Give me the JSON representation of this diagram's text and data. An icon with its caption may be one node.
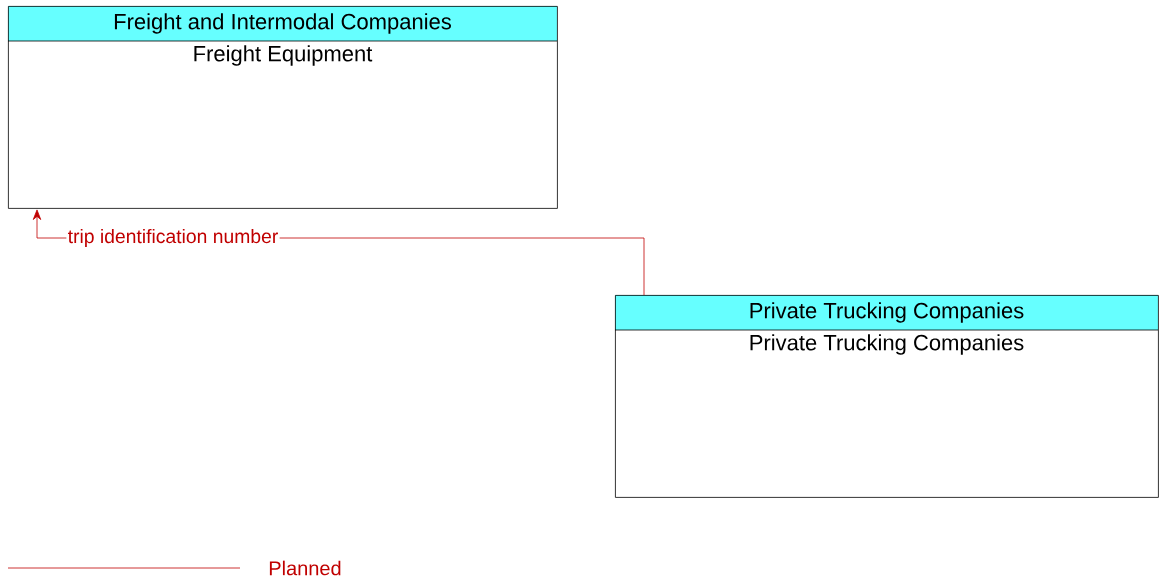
{
  "diagram": {
    "nodes": [
      {
        "text": [
          "Freight and Intermodal Companies",
          "Freight Equipment"
        ]
      },
      {
        "text": [
          "Private Trucking Companies",
          "Private Trucking Companies"
        ]
      }
    ],
    "edges": [
      {
        "from": 1,
        "to": 0,
        "arrow": "to",
        "label": "trip identification number",
        "color": "#c00000"
      }
    ],
    "legend": [
      {
        "text": "Planned"
      }
    ]
  }
}
